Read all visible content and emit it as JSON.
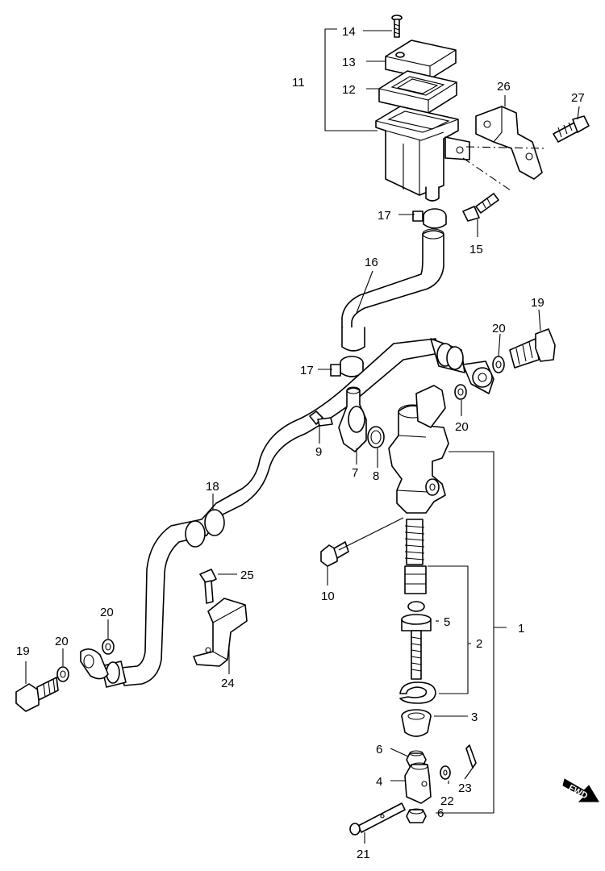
{
  "labels": {
    "p1": "1",
    "p2": "2",
    "p3": "3",
    "p4": "4",
    "p5": "5",
    "p6a": "6",
    "p6b": "6",
    "p7": "7",
    "p8": "8",
    "p9": "9",
    "p10": "10",
    "p11": "11",
    "p12": "12",
    "p13": "13",
    "p14": "14",
    "p15": "15",
    "p16": "16",
    "p17a": "17",
    "p17b": "17",
    "p18": "18",
    "p19a": "19",
    "p19b": "19",
    "p20a": "20",
    "p20b": "20",
    "p20c": "20",
    "p20d": "20",
    "p21": "21",
    "p22": "22",
    "p23": "23",
    "p24": "24",
    "p25": "25",
    "p26": "26",
    "p27": "27"
  },
  "fwd": "FWD"
}
